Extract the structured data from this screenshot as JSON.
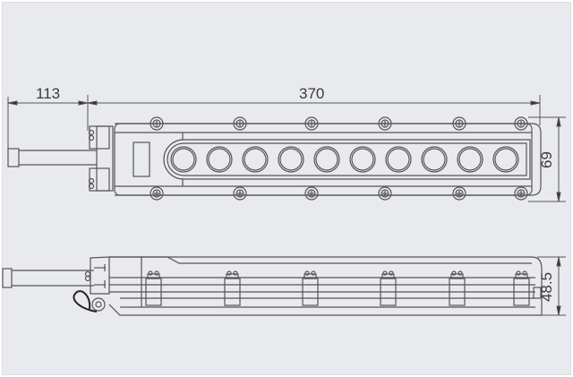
{
  "drawing": {
    "type": "technical-drawing",
    "subject": "10-button control station enclosure",
    "colors": {
      "background": "#e9eaee",
      "line": "#555555",
      "cable": "#222222"
    },
    "dimensions": {
      "cable_length": "113",
      "overall_length": "370",
      "width": "69",
      "height": "48.5"
    },
    "top_view": {
      "button_count": 10,
      "screw_count": 12
    },
    "side_view": {
      "clamp_count": 6
    }
  }
}
